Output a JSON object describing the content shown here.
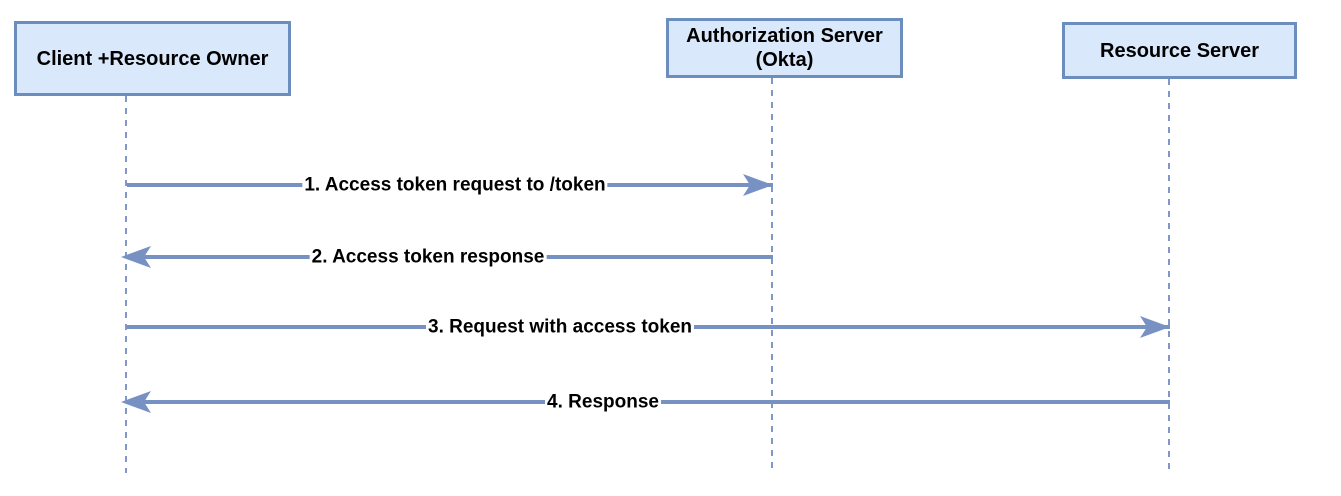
{
  "diagram_type": "sequence-diagram",
  "actors": [
    {
      "id": "client",
      "name": "Client +Resource Owner",
      "subtitle": ""
    },
    {
      "id": "auth_server",
      "name": "Authorization Server",
      "subtitle": "(Okta)"
    },
    {
      "id": "resource_server",
      "name": "Resource Server",
      "subtitle": ""
    }
  ],
  "messages": [
    {
      "num": "1",
      "label": "1. Access token request to /token",
      "from": "client",
      "to": "auth_server",
      "direction": "right"
    },
    {
      "num": "2",
      "label": "2. Access token response",
      "from": "auth_server",
      "to": "client",
      "direction": "left"
    },
    {
      "num": "3",
      "label": "3. Request with access token",
      "from": "client",
      "to": "resource_server",
      "direction": "right"
    },
    {
      "num": "4",
      "label": "4. Response",
      "from": "resource_server",
      "to": "client",
      "direction": "left"
    }
  ],
  "colors": {
    "actor_fill": "#dae8fc",
    "actor_border": "#6c8ebf",
    "line": "#7891c3",
    "lifeline": "#7e99c9",
    "text": "#000000",
    "background": "#ffffff"
  }
}
